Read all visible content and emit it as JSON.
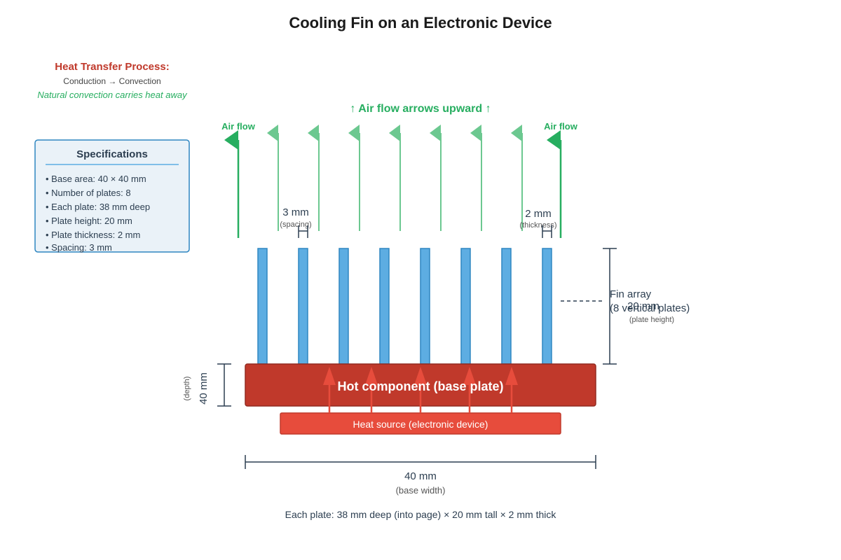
{
  "title": "Cooling Fin on an Electronic Device",
  "heat_process": {
    "title": "Heat Transfer Process:",
    "steps": "Conduction → Convection",
    "note": "Natural convection carries heat away"
  },
  "specifications": {
    "title": "Specifications",
    "items": [
      "• Base area: 40 × 40 mm",
      "• Number of plates: 8",
      "• Each plate: 38 mm deep",
      "• Plate height: 20 mm",
      "• Plate thickness: 2 mm",
      "• Spacing: 3 mm"
    ]
  },
  "airflow": {
    "heading": "↑ Air flow arrows upward ↑",
    "left_label": "Air flow",
    "right_label": "Air flow"
  },
  "dimensions": {
    "spacing_value": "3 mm",
    "spacing_sub": "(spacing)",
    "thickness_value": "2 mm",
    "thickness_sub": "(thickness)",
    "height_value": "20 mm",
    "height_sub": "(plate height)",
    "depth_value": "40 mm",
    "depth_sub": "(depth)",
    "width_value": "40 mm",
    "width_sub": "(base width)"
  },
  "fin_array": {
    "line1": "Fin array",
    "line2": "(8 vertical plates)",
    "count": 8
  },
  "base_label": "Hot component (base plate)",
  "source_label": "Heat source (electronic device)",
  "footer_note": "Each plate: 38 mm deep (into page) × 20 mm tall × 2 mm thick",
  "colors": {
    "plate": "#5dade2",
    "plate_stroke": "#2e86c1",
    "base": "#c0392b",
    "source": "#e74c3c",
    "airflow": "#27ae60",
    "airflow_light": "#6cc890",
    "heat_arrow": "#e74c3c",
    "dimension": "#2c3e50"
  }
}
